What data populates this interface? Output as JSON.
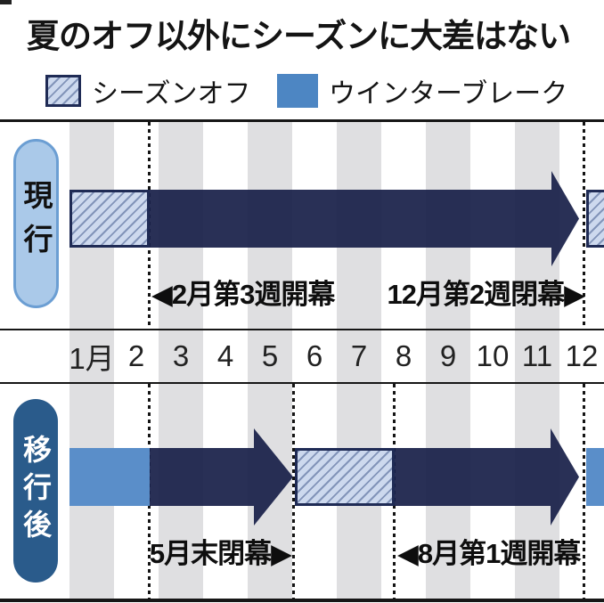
{
  "title": "夏のオフ以外にシーズンに大差はない",
  "legend": [
    {
      "label": "シーズンオフ",
      "swatch": "hatched-swatch"
    },
    {
      "label": "ウインターブレーク",
      "swatch": "solid-blue-swatch"
    }
  ],
  "months": [
    "1月",
    "2",
    "3",
    "4",
    "5",
    "6",
    "7",
    "8",
    "9",
    "10",
    "11",
    "12"
  ],
  "rows": [
    {
      "id": "current",
      "label": "現行",
      "annotations": [
        {
          "text": "◀2月第3週開幕"
        },
        {
          "text": "12月第2週閉幕▶"
        }
      ]
    },
    {
      "id": "after-transition",
      "label": "移行後",
      "annotations": [
        {
          "text": "5月末閉幕▶"
        },
        {
          "text": "◀8月第1週開幕"
        }
      ]
    }
  ],
  "colors": {
    "season_arrow_navy": "#293056",
    "winter_break_blue": "#5a8ec9",
    "legend_blue": "#4d86c3",
    "hatch_fill": "#cdd9ee",
    "hatch_line": "#8294b9",
    "hatch_border": "#1f2b55",
    "stripe_gray": "#dfdfe1",
    "pill_current_fill": "#aac9e9",
    "pill_current_border": "#6b9ed3",
    "pill_after_fill": "#2a5b8b",
    "rule_black": "#161616"
  },
  "chart_data": {
    "type": "gantt",
    "title": "夏のオフ以外にシーズンに大差はない",
    "x_axis": {
      "unit": "month",
      "ticks": [
        "1月",
        "2",
        "3",
        "4",
        "5",
        "6",
        "7",
        "8",
        "9",
        "10",
        "11",
        "12"
      ],
      "range": [
        1,
        13
      ],
      "shaded_months": [
        1,
        3,
        5,
        7,
        9,
        11
      ]
    },
    "legend": [
      {
        "name": "シーズンオフ",
        "style": "hatched"
      },
      {
        "name": "ウインターブレーク",
        "style": "solid-blue"
      }
    ],
    "rows": [
      {
        "name": "現行",
        "segments": [
          {
            "kind": "シーズンオフ",
            "start": 1.0,
            "end": 2.8,
            "style": "hatched"
          },
          {
            "kind": "シーズン",
            "start": 2.8,
            "end": 12.45,
            "style": "navy-arrow"
          },
          {
            "kind": "シーズンオフ",
            "start": 12.55,
            "end": 13.0,
            "style": "hatched"
          }
        ],
        "annotations": [
          {
            "text": "◀2月第3週開幕",
            "anchor_month": 2.8,
            "side": "right-of-line"
          },
          {
            "text": "12月第2週閉幕▶",
            "anchor_month": 12.55,
            "side": "left-of-line"
          }
        ]
      },
      {
        "name": "移行後",
        "segments": [
          {
            "kind": "ウインターブレーク",
            "start": 1.0,
            "end": 2.8,
            "style": "solid-blue"
          },
          {
            "kind": "シーズン",
            "start": 2.8,
            "end": 6.05,
            "style": "navy-arrow"
          },
          {
            "kind": "シーズンオフ",
            "start": 6.1,
            "end": 8.3,
            "style": "hatched"
          },
          {
            "kind": "シーズン",
            "start": 8.3,
            "end": 12.45,
            "style": "navy-arrow"
          },
          {
            "kind": "ウインターブレーク",
            "start": 12.55,
            "end": 13.0,
            "style": "solid-blue"
          }
        ],
        "annotations": [
          {
            "text": "5月末閉幕▶",
            "anchor_month": 6.05,
            "side": "left-of-line"
          },
          {
            "text": "◀8月第1週開幕",
            "anchor_month": 8.3,
            "side": "right-of-line"
          }
        ]
      }
    ]
  }
}
